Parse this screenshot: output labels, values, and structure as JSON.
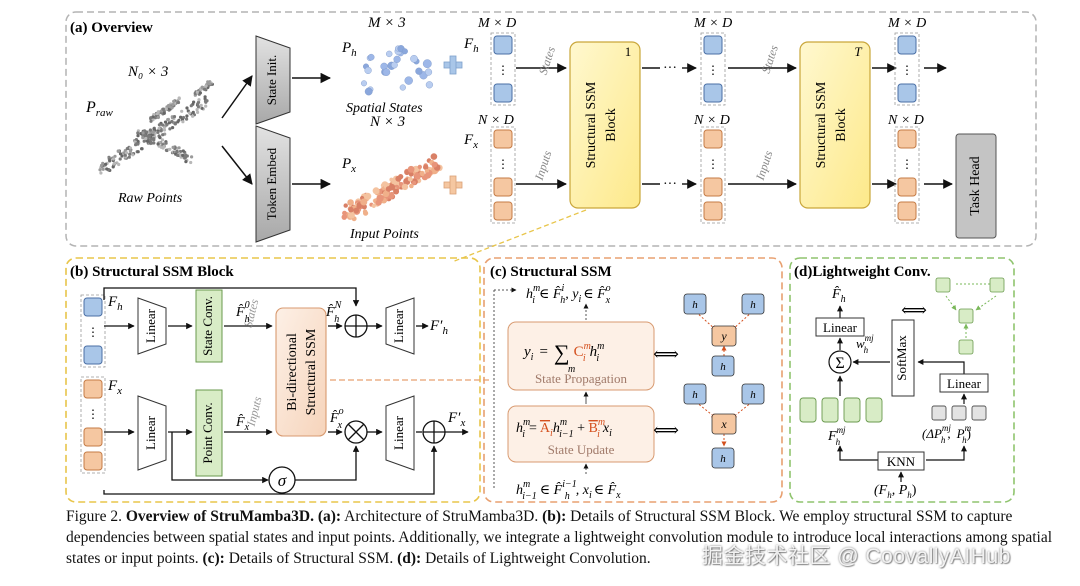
{
  "panels": {
    "a_title": "(a) Overview",
    "b_title": "(b) Structural SSM Block",
    "c_title": "(c) Structural SSM",
    "d_title": "(d)Lightweight Conv."
  },
  "overview": {
    "n0x3": "N₀ × 3",
    "praw": "P",
    "praw_sub": "raw",
    "raw_points": "Raw Points",
    "state_init": "State Init.",
    "token_embed": "Token Embed",
    "mx3": "M × 3",
    "ph": "P",
    "ph_sub": "h",
    "spatial_states": "Spatial States",
    "nx3": "N × 3",
    "px": "P",
    "px_sub": "x",
    "input_points": "Input Points",
    "mxd": "M × D",
    "nxd": "N × D",
    "fh": "F",
    "fh_sub": "h",
    "fx": "F",
    "fx_sub": "x",
    "states": "States",
    "inputs": "Inputs",
    "ssm_block": "Structural SSM",
    "block_word": "Block",
    "block_idx_1": "1",
    "block_idx_t": "T",
    "ellipsis": "···",
    "task_head": "Task Head"
  },
  "block": {
    "fh": "F",
    "fh_sub": "h",
    "fx": "F",
    "fx_sub": "x",
    "linear": "Linear",
    "state_conv": "State Conv.",
    "point_conv": "Point Conv.",
    "states": "States",
    "inputs": "Inputs",
    "bidir": "Bi-directional",
    "ssm": "Structural SSM",
    "sigma": "σ",
    "fh_prime": "F′",
    "fx_prime": "F′",
    "hat_f": "F̂",
    "sup_0": "0",
    "sup_n": "N",
    "sup_o": "o",
    "sub_h": "h",
    "sub_x": "x"
  },
  "ssm": {
    "top_eq": "h",
    "top_eq_rest": "∈ F̂",
    "top_y": ", y",
    "top_y_rest": "∈ F̂",
    "sum_lhs": "y",
    "sum_eq": "=",
    "sum_sign": "∑",
    "sum_under": "m",
    "state_prop": "State Propagation",
    "upd_lhs": "h",
    "state_update": "State Update",
    "bottom_eq": "h",
    "bottom_rest": "∈ F̂",
    "bottom_x": ", x",
    "bottom_x_rest": "∈ F̂",
    "arrow_sym": "⟺",
    "node_y": "y",
    "node_x": "x",
    "node_h": "h"
  },
  "lwconv": {
    "fh_hat": "F̂",
    "linear1": "Linear",
    "linear2": "Linear",
    "softmax": "SoftMax",
    "w": "w",
    "sum": "Σ",
    "fh_m": "F",
    "dp": "(ΔP",
    "ph_m": "P",
    "knn": "KNN",
    "input": "(F",
    "input_mid": ", P",
    "arrow_sym": "⟺"
  },
  "caption": {
    "fig": "Figure 2.",
    "bold1": "Overview of StruMamba3D.",
    "a_lbl": "(a):",
    "a_txt": "Architecture of StruMamba3D.",
    "b_lbl": "(b):",
    "b_txt": "Details of Structural SSM Block. We employ structural SSM to capture dependencies between spatial states and input points. Additionally, we integrate a lightweight convolution module to introduce local interactions among spatial states or input points.",
    "c_lbl": "(c):",
    "c_txt": "Details of Structural SSM.",
    "d_lbl": "(d):",
    "d_txt": "Details of Lightweight Convolution."
  },
  "watermark": "掘金技术社区 @ CoovallyAIHub",
  "colors": {
    "blue_token": "#a9c6e8",
    "orange_token": "#f5c7a1",
    "ssm_yellow": "#fff2b3",
    "conv_green": "#d8ecc6",
    "task_gray": "#c8c8c8",
    "panel_a": "#b4b4b4",
    "panel_b": "#e8c54a",
    "panel_c": "#e8a070",
    "panel_d": "#8fc46e",
    "accent_red": "#d4501e"
  }
}
